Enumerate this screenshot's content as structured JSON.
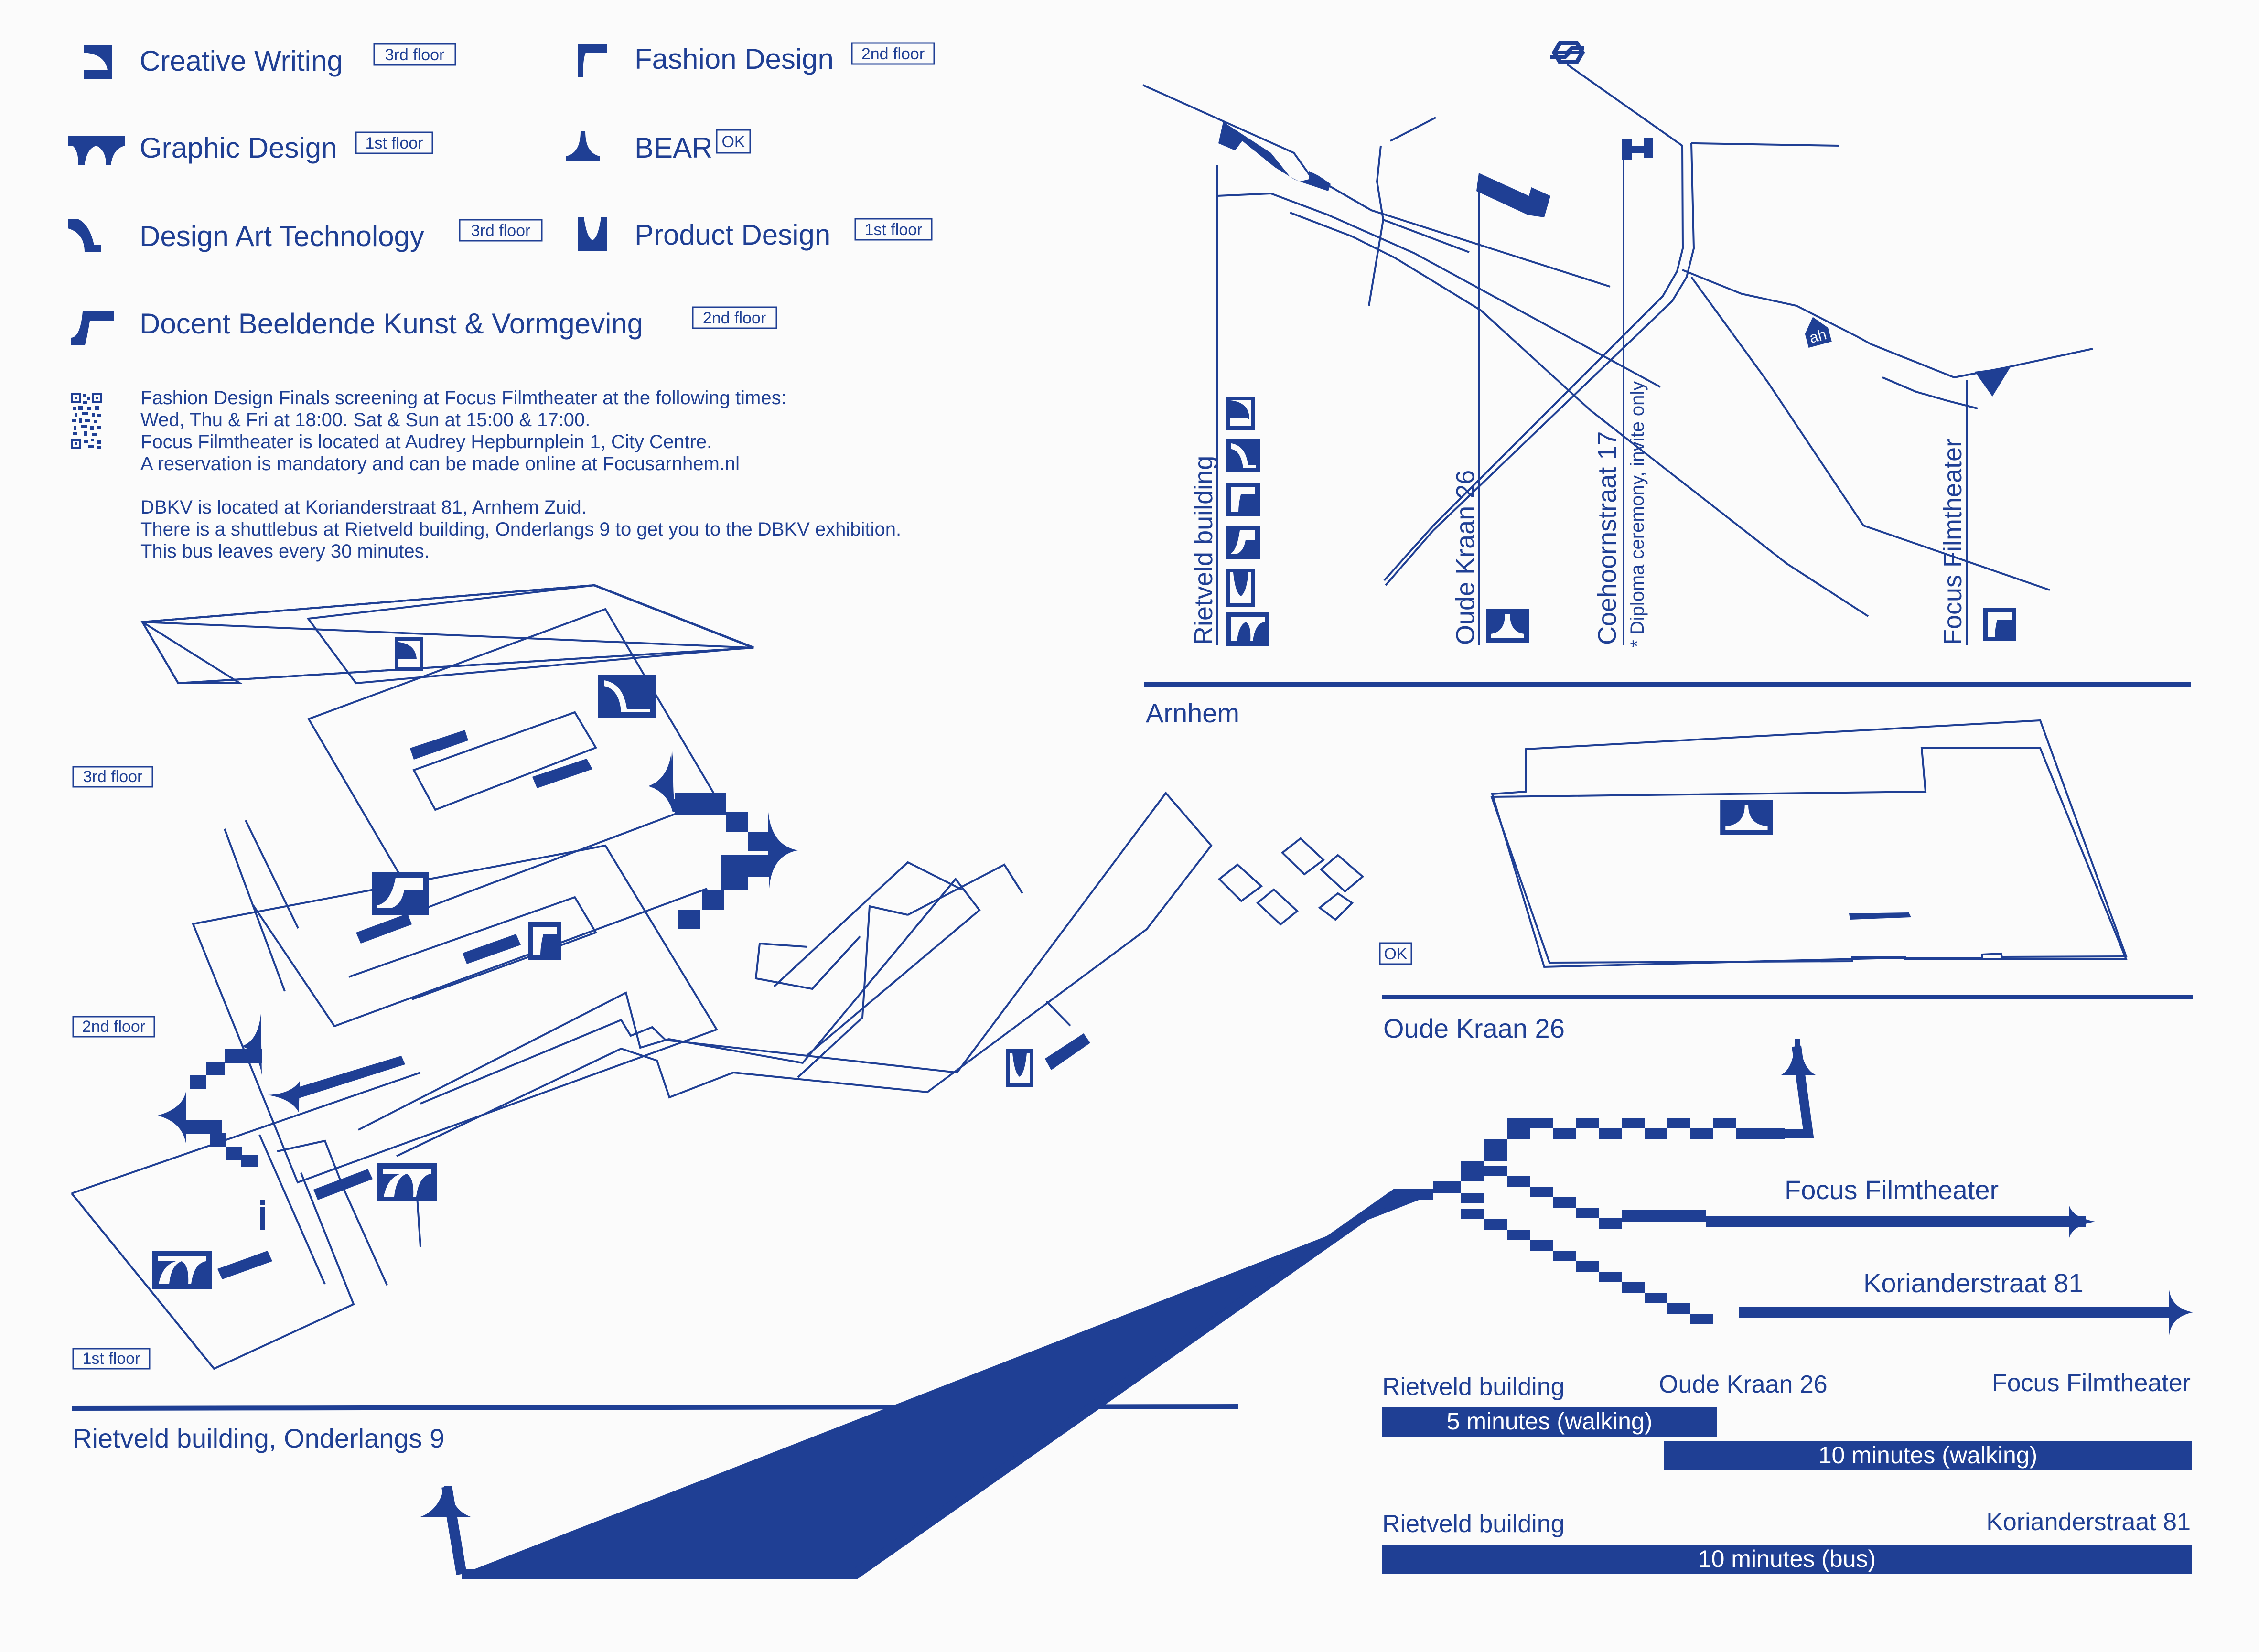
{
  "colors": {
    "ink": "#1f3f94",
    "paper": "#fbfbfb"
  },
  "legend": [
    {
      "icon": "creative-writing-icon",
      "label": "Creative Writing",
      "badge": "3rd floor"
    },
    {
      "icon": "fashion-design-icon",
      "label": "Fashion Design",
      "badge": "2nd floor"
    },
    {
      "icon": "graphic-design-icon",
      "label": "Graphic Design",
      "badge": "1st floor"
    },
    {
      "icon": "bear-icon",
      "label": "BEAR",
      "badge": "OK"
    },
    {
      "icon": "design-art-technology-icon",
      "label": "Design Art Technology",
      "badge": "3rd floor"
    },
    {
      "icon": "product-design-icon",
      "label": "Product Design",
      "badge": "1st floor"
    },
    {
      "icon": "docent-icon",
      "label": "Docent Beeldende Kunst & Vormgeving",
      "badge": "2nd floor"
    }
  ],
  "info": {
    "fashion": [
      "Fashion Design Finals screening at Focus Filmtheater at the following times:",
      "Wed, Thu & Fri at 18:00. Sat & Sun at 15:00 & 17:00.",
      "Focus Filmtheater is located at Audrey Hepburnplein 1, City Centre.",
      "A reservation is mandatory and can be made online at Focusarnhem.nl"
    ],
    "dbkv": [
      "DBKV is located at Korianderstraat 81, Arnhem Zuid.",
      "There is a shuttlebus at Rietveld building, Onderlangs 9 to get you to the DBKV exhibition.",
      "This bus leaves every 30 minutes."
    ]
  },
  "city_map": {
    "title": "Arnhem",
    "locations": [
      {
        "name": "Rietveld building"
      },
      {
        "name": "Oude Kraan 26"
      },
      {
        "name": "Coehoornstraat 17",
        "note": "* Diploma ceremony, invite only"
      },
      {
        "name": "Focus Filmtheater"
      }
    ]
  },
  "rietveld": {
    "title": "Rietveld building, Onderlangs 9",
    "floors": [
      "3rd floor",
      "2nd floor",
      "1st floor"
    ],
    "info_marker": "i"
  },
  "oude_kraan": {
    "title": "Oude Kraan 26",
    "badge": "OK"
  },
  "routes": {
    "destinations": [
      "Focus Filmtheater",
      "Korianderstraat 81"
    ]
  },
  "travel_times": [
    {
      "from": "Rietveld building",
      "via": "Oude Kraan 26",
      "to": "Focus Filmtheater",
      "legs": [
        "5 minutes (walking)",
        "10 minutes (walking)"
      ]
    },
    {
      "from": "Rietveld building",
      "to": "Korianderstraat 81",
      "legs": [
        "10 minutes (bus)"
      ]
    }
  ]
}
